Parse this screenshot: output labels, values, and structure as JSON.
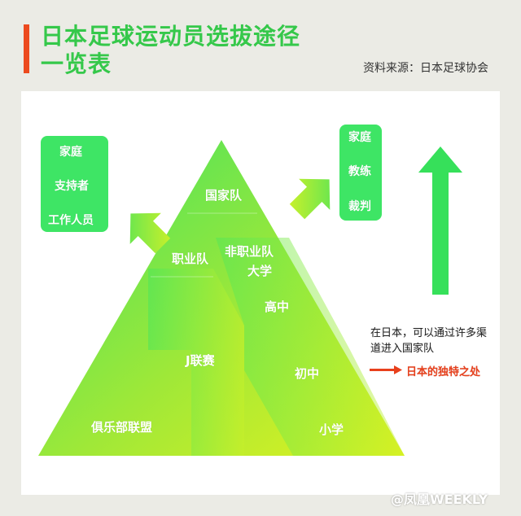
{
  "title_line1": "日本足球运动员选拔途径",
  "title_line2": "一览表",
  "source": "资料来源：日本足球协会",
  "left_box": [
    "家庭",
    "支持者",
    "工作人员"
  ],
  "right_box": [
    "家庭",
    "教练",
    "裁判"
  ],
  "pyramid": {
    "national_team": "国家队",
    "pro_team": "职业队",
    "amateur_team": "非职业队",
    "university": "大学",
    "high_school": "高中",
    "jleague": "J联赛",
    "junior_high": "初中",
    "club": "俱乐部联盟",
    "primary": "小学"
  },
  "note": "在日本，可以通过许多渠道进入国家队",
  "legend": "日本的独特之处",
  "watermark": "@凤凰WEEKLY",
  "colors": {
    "title": "#35c84a",
    "accent": "#ec4a1e",
    "green": "#40e060",
    "yellow": "#e0f020"
  }
}
